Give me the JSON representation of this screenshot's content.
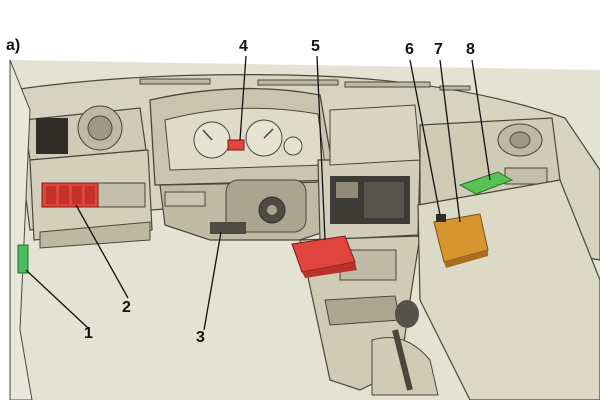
{
  "figure_label": "a)",
  "callouts": [
    {
      "id": "1",
      "label": "1"
    },
    {
      "id": "2",
      "label": "2"
    },
    {
      "id": "3",
      "label": "3"
    },
    {
      "id": "4",
      "label": "4"
    },
    {
      "id": "5",
      "label": "5"
    },
    {
      "id": "6",
      "label": "6"
    },
    {
      "id": "7",
      "label": "7"
    },
    {
      "id": "8",
      "label": "8"
    }
  ],
  "component_colors": {
    "relay_block_left": "#e0443c",
    "instrument_module": "#e0443c",
    "center_unit": "#e0443c",
    "control_module": "#d6952e",
    "connector": "#4bbf5e",
    "side_module": "#58c255",
    "dashboard": "#d9d6c4",
    "outline": "#4a473d"
  }
}
